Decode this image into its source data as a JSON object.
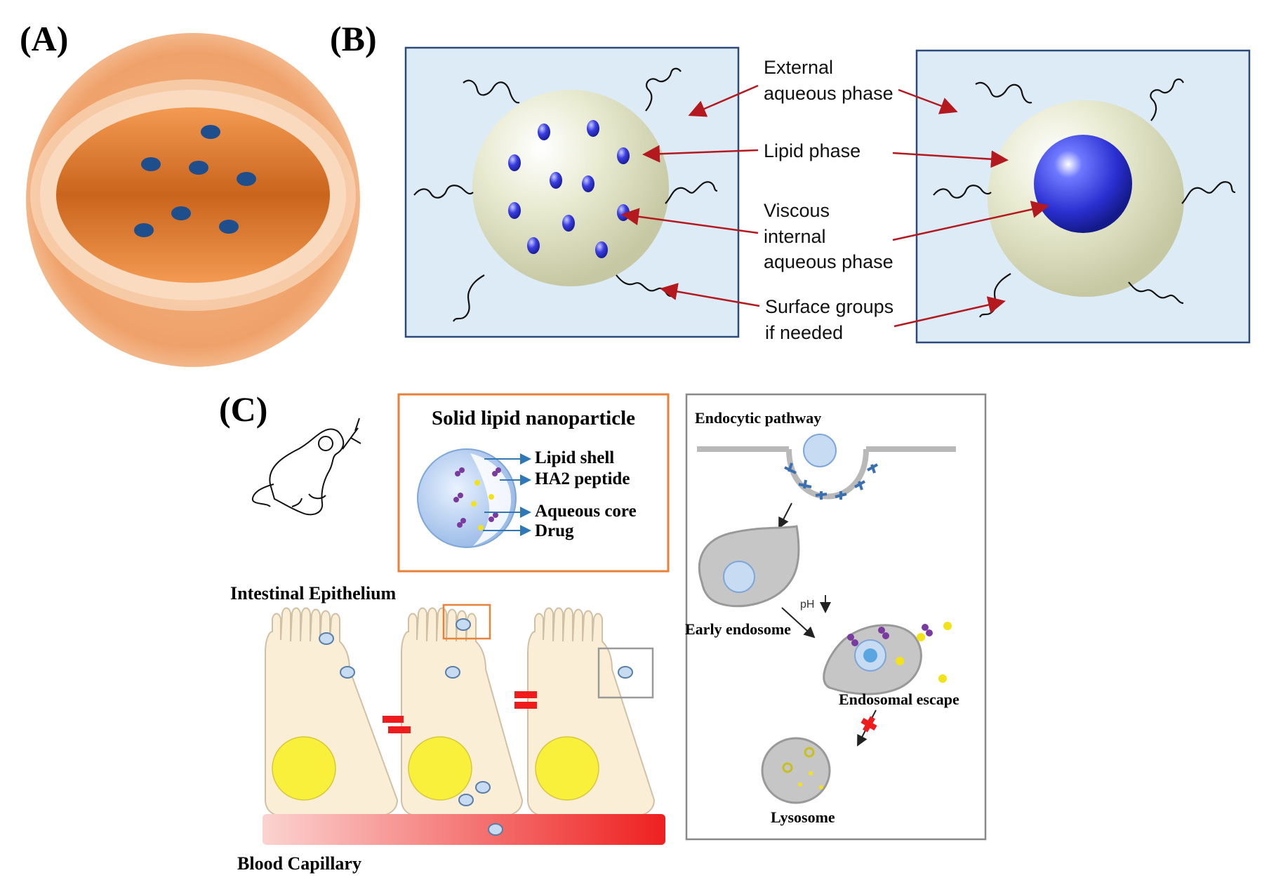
{
  "panel_a": {
    "label": "(A)"
  },
  "panel_b": {
    "label": "(B)",
    "labels": {
      "external_1": "External",
      "external_2": "aqueous phase",
      "lipid": "Lipid phase",
      "viscous_1": "Viscous",
      "viscous_2": "internal",
      "viscous_3": "aqueous phase",
      "surface_1": "Surface groups",
      "surface_2": "if needed"
    }
  },
  "panel_c": {
    "label": "(C)",
    "sln_box": {
      "title": "Solid lipid nanoparticle",
      "lipid_shell": "Lipid shell",
      "ha2": "HA2 peptide",
      "aqueous_core": "Aqueous core",
      "drug": "Drug"
    },
    "intestinal": "Intestinal Epithelium",
    "capillary": "Blood Capillary",
    "endo": {
      "title": "Endocytic pathway",
      "ph": "pH",
      "early": "Early endosome",
      "escape": "Endosomal escape",
      "lysosome": "Lysosome"
    }
  },
  "colors": {
    "arrow_red": "#b3191e",
    "box_border": "#2b4a7a",
    "box_fill": "#dcebf5",
    "orange": "#e8823a",
    "drug_blue": "#1f4e8c"
  }
}
